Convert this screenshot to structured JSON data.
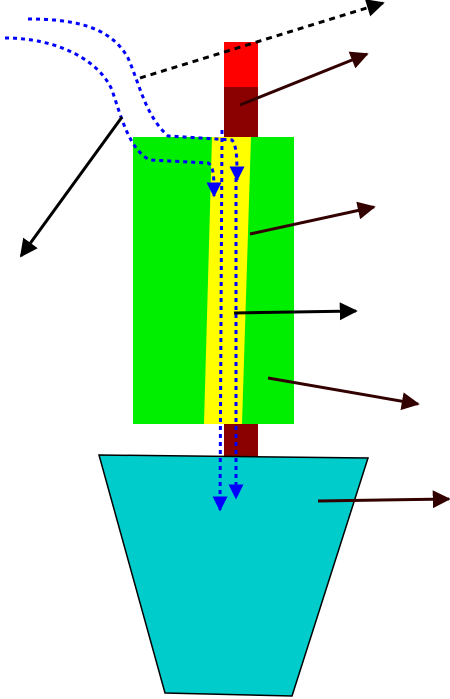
{
  "colors": {
    "background": "#ffffff",
    "rod_top": "#ff0000",
    "rod_body": "#8b0000",
    "block": "#00ee00",
    "band": "#ffff00",
    "trough": "#00cccc",
    "outline": "#000000",
    "dotted_path": "#0000ff",
    "arrow_dark": "#330000",
    "arrow_black": "#000000"
  },
  "components": [
    "rod-top-segment",
    "rod-body",
    "green-block",
    "yellow-band",
    "cyan-trough"
  ],
  "arrows": [
    "pointer-arrow-rod",
    "pointer-arrow-block-upper",
    "pointer-arrow-band",
    "pointer-arrow-block-lower",
    "pointer-arrow-trough",
    "dashed-arrow-top",
    "diagonal-arrow-left"
  ]
}
